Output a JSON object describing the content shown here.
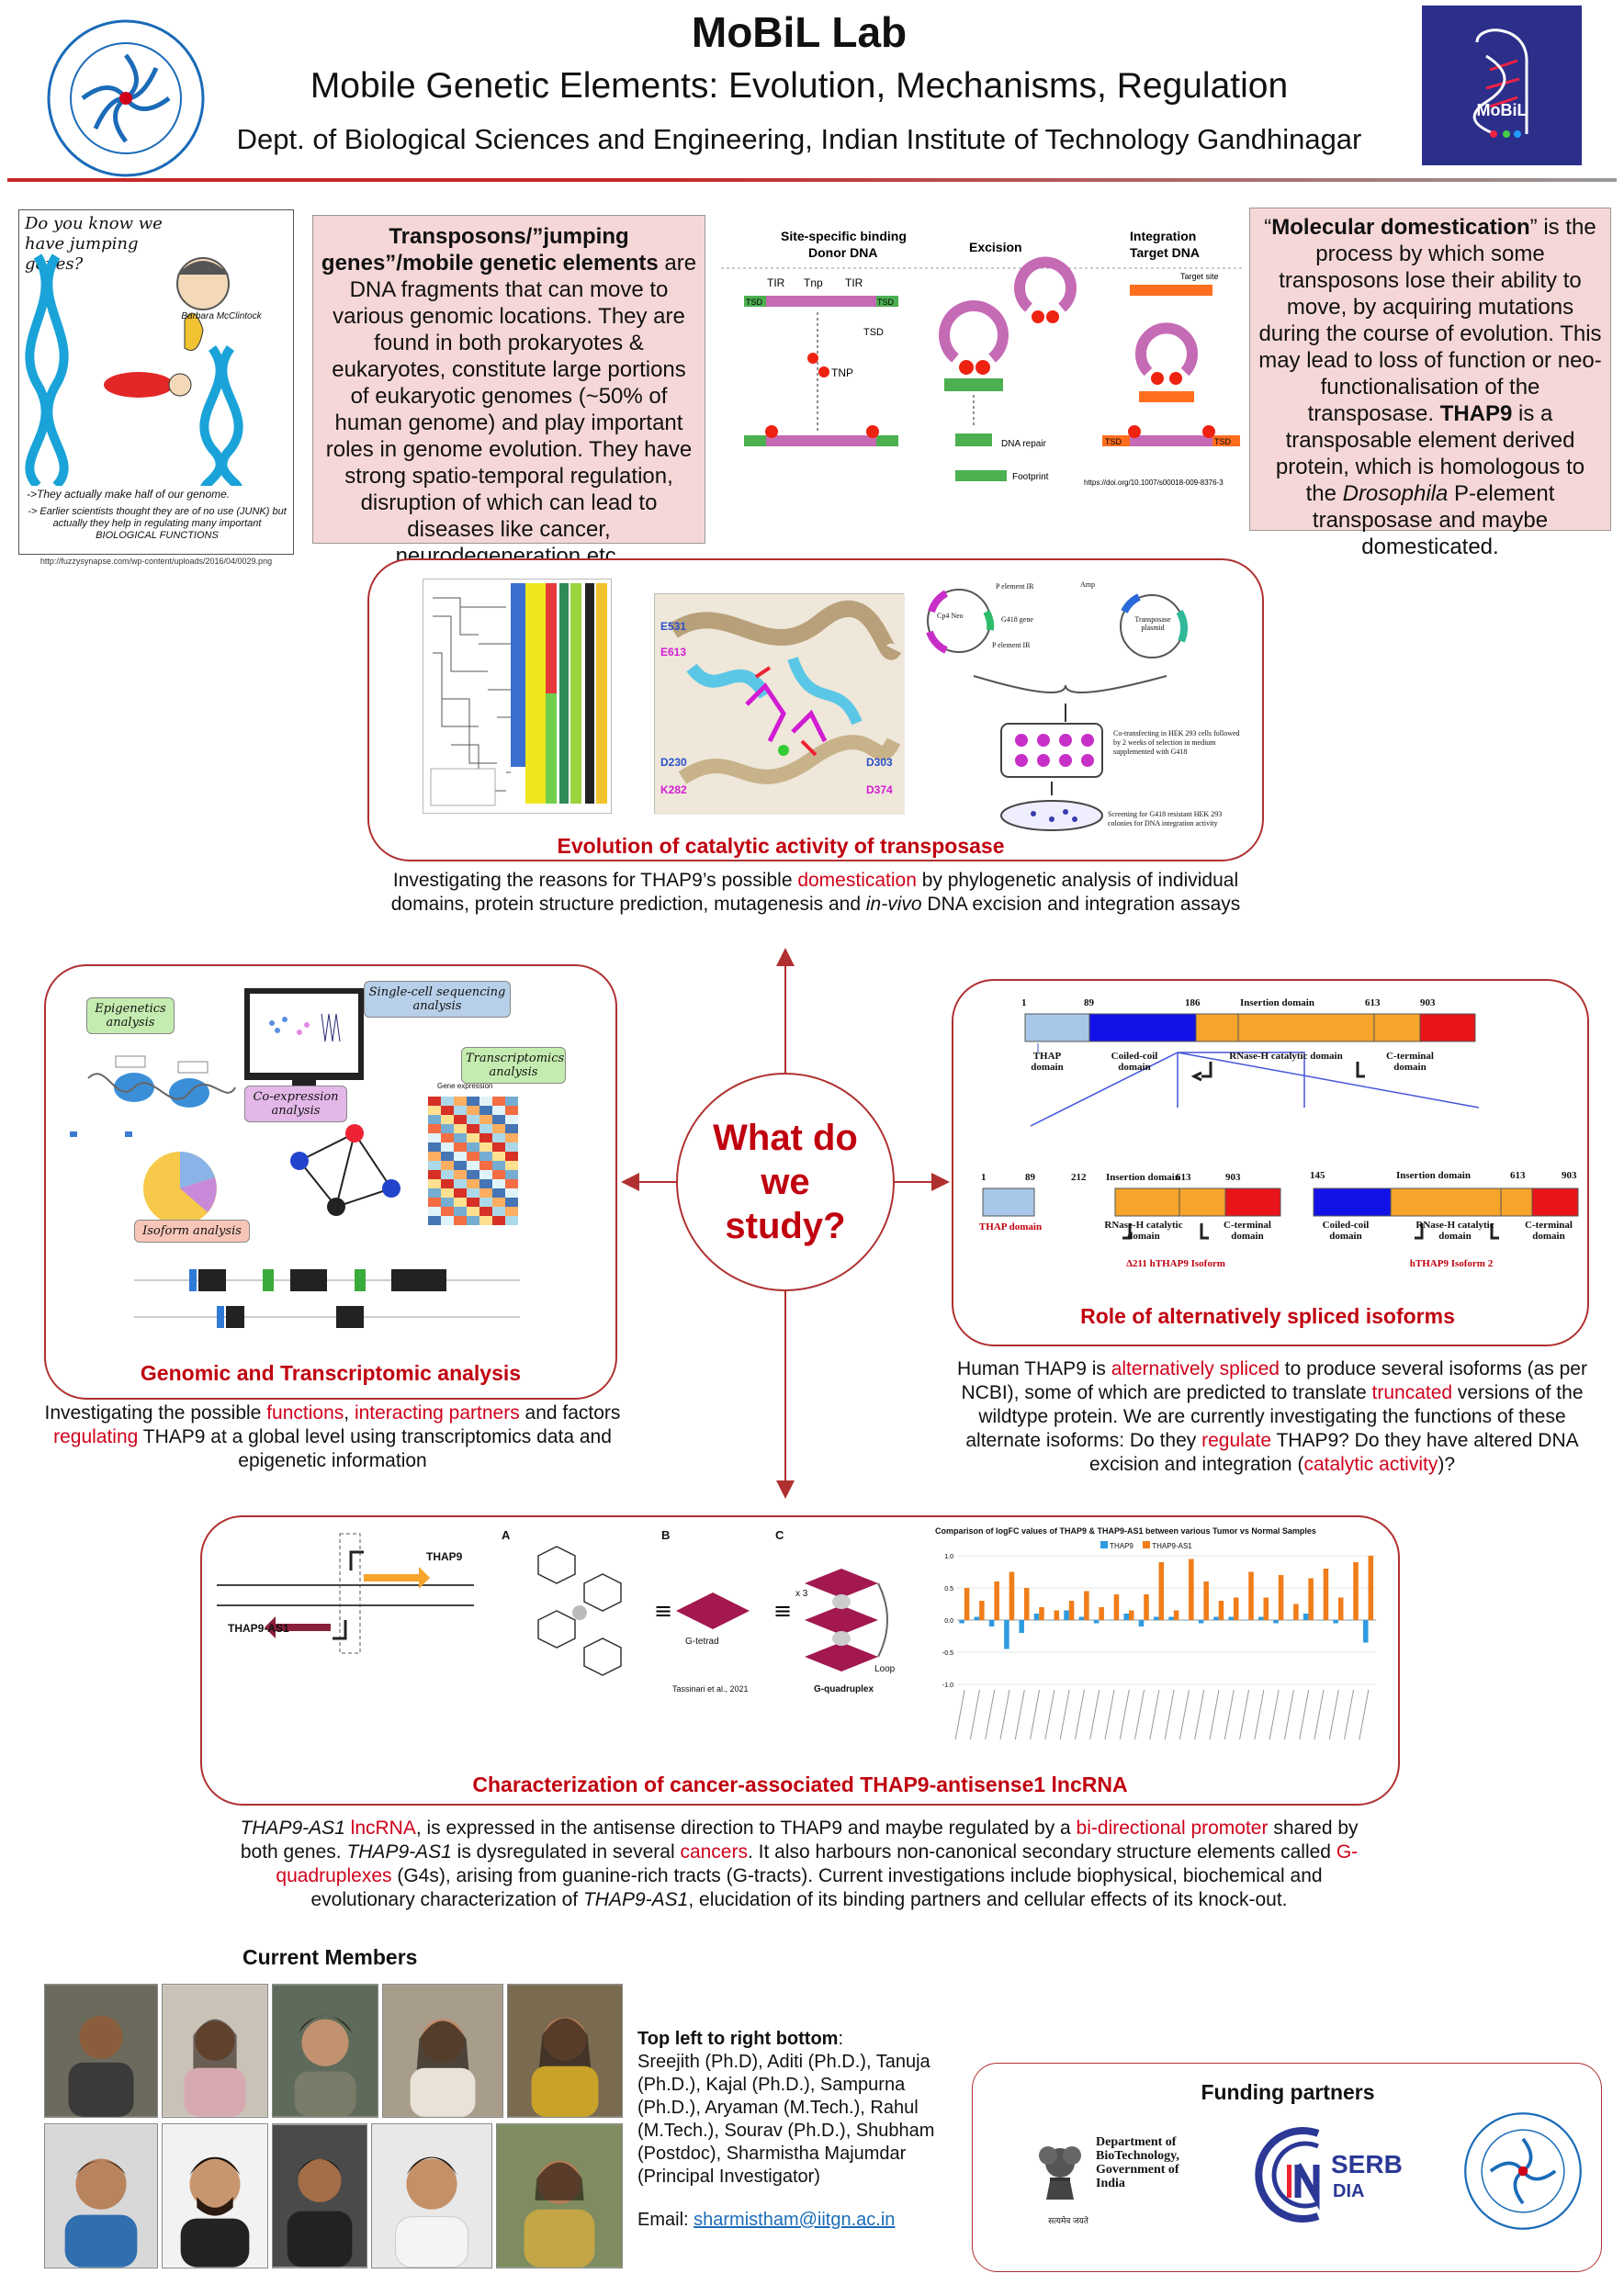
{
  "header": {
    "title": "MoBiL Lab",
    "subtitle": "Mobile Genetic Elements: Evolution, Mechanisms, Regulation",
    "affiliation": "Dept. of Biological Sciences and Engineering, Indian Institute of Technology Gandhinagar",
    "logo_right_text": "MoBiL"
  },
  "intro": {
    "cartoon_question": "Do you know we have jumping genes?",
    "cartoon_name": "Barbara McClintock",
    "cartoon_note1": "->They actually make half of our genome.",
    "cartoon_note2": "-> Earlier scientists thought they are of no use (JUNK) but actually they help in regulating many important BIOLOGICAL FUNCTIONS",
    "cartoon_source": "http://fuzzysynapse.com/wp-content/uploads/2016/04/0029.png",
    "transposon_bold": "Transposons/”jumping genes”/mobile genetic elements",
    "transposon_text": " are DNA fragments that can move to various genomic locations. They are found in both prokaryotes & eukaryotes, constitute large portions of eukaryotic genomes (~50% of human genome) and play important roles in genome evolution. They have strong spatio-temporal regulation, disruption of which can lead to diseases like cancer, neurodegeneration etc.",
    "mech_label_binding": "Site-specific binding",
    "mech_label_donor": "Donor DNA",
    "mech_label_excision": "Excision",
    "mech_label_integration": "Integration",
    "mech_label_target": "Target DNA",
    "mech_tir1": "TIR",
    "mech_tnp": "Tnp",
    "mech_tir2": "TIR",
    "mech_tsd": "TSD",
    "mech_tnp2": "TNP",
    "mech_repair": "DNA repair",
    "mech_footprint": "Footprint",
    "mech_target_site": "Target site",
    "mech_doi": "https://doi.org/10.1007/s00018-009-8376-3",
    "domestication_q_open": "“",
    "domestication_bold": "Molecular domestication",
    "domestication_q_close": "”",
    "domestication_text1": " is the process by which some transposons lose their ability to move, by acquiring mutations during the course of evolution. This may lead to loss of function or neo-functionalisation of the transposase. ",
    "domestication_bold2": "THAP9",
    "domestication_text2": " is a transposable element derived protein, which is homologous to the ",
    "domestication_ital": "Drosophila",
    "domestication_text3": " P-element transposase and maybe domesticated."
  },
  "top_panel": {
    "title": "Evolution of catalytic activity of transposase",
    "caption_a": "Investigating the reasons for THAP9’s possible ",
    "caption_red": "domestication",
    "caption_b": " by phylogenetic analysis of individual domains,  protein structure prediction, mutagenesis and ",
    "caption_ital": "in-vivo",
    "caption_c": " DNA excision and integration assays",
    "residues": [
      "E531",
      "E613",
      "D230",
      "K282",
      "D303",
      "D374"
    ],
    "plasmid_label1": "Cp4 Neo",
    "plasmid_label2": "P element IR",
    "plasmid_label3": "G418 gene",
    "plasmid_label4": "P element IR",
    "plasmid_label5": "Amp",
    "plasmid_label6": "Transposase plasmid",
    "assay_text1": "Co-transfecting in HEK 293 cells followed by 2 weeks of selection in medium supplemented with G418",
    "assay_text2": "Screening for G418 resistant HEK 293 colonies for DNA integration activity"
  },
  "center": {
    "question_line1": "What do",
    "question_line2": "we",
    "question_line3": "study?"
  },
  "left_panel": {
    "title": "Genomic and Transcriptomic analysis",
    "bubble_epigenetics": "Epigenetics analysis",
    "bubble_single_cell": "Single-cell sequencing analysis",
    "bubble_transcriptomics": "Transcriptomics analysis",
    "bubble_coexpression": "Co-expression analysis",
    "bubble_isoform": "Isoform analysis",
    "gene_expression_label": "Gene expression",
    "caption_a": "Investigating the possible ",
    "caption_red1": "functions",
    "caption_b": ", ",
    "caption_red2": "interacting partners",
    "caption_c": " and factors ",
    "caption_red3": "regulating",
    "caption_d": " THAP9 at a global level using transcriptomics data and epigenetic information"
  },
  "right_panel": {
    "title": "Role of alternatively spliced isoforms",
    "full_nums": [
      "1",
      "89",
      "186",
      "Insertion domain",
      "613",
      "903"
    ],
    "full_labels": [
      "THAP domain",
      "Coiled-coil domain",
      "RNase-H catalytic domain",
      "C-terminal domain"
    ],
    "iso_a_nums": [
      "1",
      "89"
    ],
    "iso_a_label": "THAP domain",
    "iso_b_nums": [
      "212",
      "Insertion domain",
      "613",
      "903"
    ],
    "iso_b_labels": [
      "RNase-H catalytic domain",
      "C-terminal domain"
    ],
    "iso_b_name": "Δ211 hTHAP9 Isoform",
    "iso_c_nums": [
      "145",
      "Insertion domain",
      "613",
      "903"
    ],
    "iso_c_labels": [
      "Coiled-coil domain",
      "RNase-H catalytic domain",
      "C-terminal domain"
    ],
    "iso_c_name": "hTHAP9 Isoform 2",
    "caption_a": "Human THAP9 is ",
    "caption_red1": "alternatively spliced",
    "caption_b": " to produce several isoforms (as per NCBI), some of which are predicted to translate ",
    "caption_red2": "truncated",
    "caption_c": " versions of the wildtype protein. We are currently investigating the functions of these alternate isoforms: Do they ",
    "caption_red3": "regulate",
    "caption_d": " THAP9? Do they have altered DNA excision and integration (",
    "caption_red4": "catalytic activity",
    "caption_e": ")?"
  },
  "bottom_panel": {
    "title": "Characterization of cancer-associated THAP9-antisense1 lncRNA",
    "gene_label": "THAP9",
    "antisense_label": "THAP9-AS1",
    "letters": [
      "A",
      "B",
      "C"
    ],
    "g_tetrad": "G-tetrad",
    "g_quad": "G-quadruplex",
    "loop": "Loop",
    "x3": "x 3",
    "citation": "Tassinari et al., 2021",
    "chart_title": "Comparison of logFC values of THAP9 & THAP9-AS1 between various Tumor vs Normal Samples",
    "caption_ital1": "THAP9-AS1",
    "caption_red1": " lncRNA",
    "caption_a": ",  is expressed in the antisense direction to THAP9 and maybe regulated by a ",
    "caption_red2": "bi-directional promoter",
    "caption_b": " shared by both genes. ",
    "caption_ital2": "THAP9-AS1",
    "caption_c": " is dysregulated in several ",
    "caption_red3": "cancers",
    "caption_d": ". It also harbours non-canonical secondary structure elements called ",
    "caption_red4": "G-quadruplexes",
    "caption_e": " (G4s), arising from guanine-rich tracts (G-tracts). Current investigations include biophysical, biochemical and evolutionary characterization of ",
    "caption_ital3": "THAP9-AS1",
    "caption_f": ", elucidation of its binding partners and cellular effects of its knock-out."
  },
  "chart_data": {
    "type": "bar",
    "title": "Comparison of logFC values of THAP9 & THAP9-AS1 between various Tumor vs Normal Samples",
    "ylim": [
      -1.0,
      1.0
    ],
    "yticks": [
      1.0,
      0.5,
      0.0,
      -0.5,
      -1.0
    ],
    "series": [
      {
        "name": "THAP9",
        "color": "#2e9be0",
        "values": [
          -0.05,
          0.05,
          -0.1,
          -0.45,
          -0.2,
          0.1,
          0.0,
          0.15,
          0.05,
          -0.05,
          0.0,
          0.1,
          -0.1,
          0.05,
          0.05,
          0.0,
          -0.05,
          0.05,
          0.05,
          0.0,
          0.05,
          -0.05,
          0.0,
          0.1,
          0.0,
          -0.05,
          0.0,
          -0.35
        ]
      },
      {
        "name": "THAP9-AS1",
        "color": "#f07d1a",
        "values": [
          0.5,
          0.3,
          0.6,
          0.75,
          0.5,
          0.2,
          0.15,
          0.3,
          0.45,
          0.2,
          0.4,
          0.15,
          0.4,
          0.9,
          0.15,
          0.95,
          0.6,
          0.3,
          0.35,
          0.75,
          0.35,
          0.7,
          0.25,
          0.65,
          0.8,
          0.35,
          0.9,
          1.0
        ]
      }
    ]
  },
  "members": {
    "heading": "Current Members",
    "list_heading": "Top left to right bottom",
    "list_text": " Sreejith (Ph.D), Aditi (Ph.D.), Tanuja (Ph.D.), Kajal (Ph.D.), Sampurna (Ph.D.), Aryaman (M.Tech.), Rahul (M.Tech.), Sourav (Ph.D.), Shubham (Postdoc), Sharmistha Majumdar (Principal Investigator)",
    "email_label": "Email: ",
    "email": "sharmistham@iitgn.ac.in"
  },
  "funding": {
    "heading": "Funding partners",
    "dbt_text": "Department of BioTechnology, Government of India",
    "dbt_hindi": "सत्यमेव जयते",
    "serb_text": "SERB",
    "serb_sub": "DIA"
  },
  "colors": {
    "accent_red": "#c0000f",
    "pink_box": "#f6d7d7",
    "logo_bg": "#2b2f8a",
    "thap_lightblue": "#a7c8e8",
    "coiled_blue": "#1212e8",
    "insertion_orange": "#f6a42b",
    "cterm_red": "#e8141a"
  }
}
